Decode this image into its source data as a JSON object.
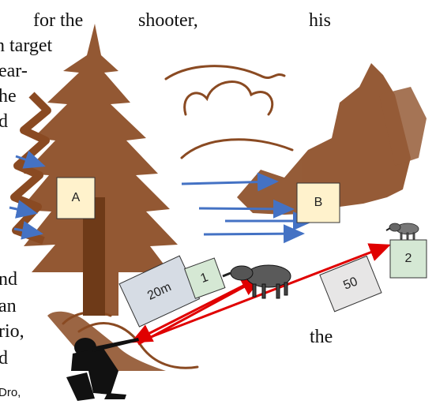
{
  "text_fragments": {
    "line1_a": "for the",
    "line1_b": "shooter,",
    "line1_c": "his",
    "line2": "n target",
    "line3": "ear-",
    "line4": "he",
    "line5": "d",
    "line6": "nd",
    "line7": "an",
    "line8": "rio,",
    "line8_b": "the",
    "line9": "d",
    "line10": "Dro,"
  },
  "labels": {
    "box_a": "A",
    "box_b": "B",
    "box_20m": "20m",
    "box_1": "1",
    "box_50": "50",
    "box_2": "2"
  },
  "colors": {
    "tree": "#8a4a22",
    "blue_arrow": "#4472c4",
    "red_arrow": "#e00000",
    "box_yellow": "#fff2cc",
    "box_green": "#d5e8d4",
    "box_gray": "#d6dce4",
    "box_lightgray": "#e7e6e6"
  }
}
